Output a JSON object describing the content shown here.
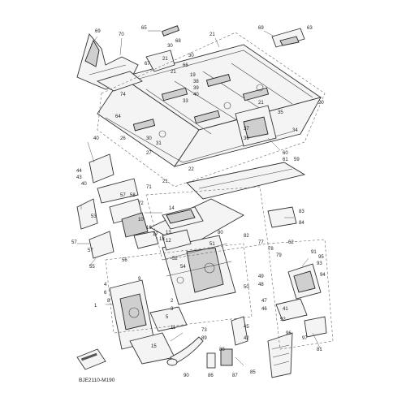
{
  "diagram": {
    "drawing_code": "BJE2110-M190",
    "callouts": [
      {
        "id": "c1",
        "text": "69"
      },
      {
        "id": "c2",
        "text": "70"
      },
      {
        "id": "c3",
        "text": "67"
      },
      {
        "id": "c4",
        "text": "74"
      },
      {
        "id": "c5",
        "text": "65"
      },
      {
        "id": "c6",
        "text": "69"
      },
      {
        "id": "c7",
        "text": "21"
      },
      {
        "id": "c8",
        "text": "30"
      },
      {
        "id": "c9",
        "text": "68"
      },
      {
        "id": "c10",
        "text": "63"
      },
      {
        "id": "c11",
        "text": "21"
      },
      {
        "id": "c12",
        "text": "66"
      },
      {
        "id": "c13",
        "text": "30"
      },
      {
        "id": "c14",
        "text": "21"
      },
      {
        "id": "c15",
        "text": "19"
      },
      {
        "id": "c16",
        "text": "38"
      },
      {
        "id": "c17",
        "text": "39"
      },
      {
        "id": "c18",
        "text": "40"
      },
      {
        "id": "c19",
        "text": "33"
      },
      {
        "id": "c20",
        "text": "21"
      },
      {
        "id": "c21",
        "text": "35"
      },
      {
        "id": "c22",
        "text": "34"
      },
      {
        "id": "c23",
        "text": "37"
      },
      {
        "id": "c24",
        "text": "36"
      },
      {
        "id": "c25",
        "text": "20"
      },
      {
        "id": "c26",
        "text": "30"
      },
      {
        "id": "c27",
        "text": "64"
      },
      {
        "id": "c28",
        "text": "26"
      },
      {
        "id": "c29",
        "text": "27"
      },
      {
        "id": "c30",
        "text": "31"
      },
      {
        "id": "c31",
        "text": "40"
      },
      {
        "id": "c32",
        "text": "60"
      },
      {
        "id": "c33",
        "text": "61"
      },
      {
        "id": "c34",
        "text": "59"
      },
      {
        "id": "c35",
        "text": "44"
      },
      {
        "id": "c36",
        "text": "43"
      },
      {
        "id": "c37",
        "text": "40"
      },
      {
        "id": "c38",
        "text": "22"
      },
      {
        "id": "c39",
        "text": "21"
      },
      {
        "id": "c40",
        "text": "71"
      },
      {
        "id": "c41",
        "text": "57"
      },
      {
        "id": "c42",
        "text": "58"
      },
      {
        "id": "c43",
        "text": "72"
      },
      {
        "id": "c44",
        "text": "14"
      },
      {
        "id": "c45",
        "text": "16"
      },
      {
        "id": "c46",
        "text": "17"
      },
      {
        "id": "c47",
        "text": "18"
      },
      {
        "id": "c48",
        "text": "57"
      },
      {
        "id": "c49",
        "text": "53"
      },
      {
        "id": "c50",
        "text": "83"
      },
      {
        "id": "c51",
        "text": "84"
      },
      {
        "id": "c52",
        "text": "80"
      },
      {
        "id": "c53",
        "text": "51"
      },
      {
        "id": "c54",
        "text": "10"
      },
      {
        "id": "c55",
        "text": "13"
      },
      {
        "id": "c56",
        "text": "12"
      },
      {
        "id": "c57",
        "text": "57"
      },
      {
        "id": "c58",
        "text": "55"
      },
      {
        "id": "c59",
        "text": "56"
      },
      {
        "id": "c60",
        "text": "52"
      },
      {
        "id": "c61",
        "text": "54"
      },
      {
        "id": "c62",
        "text": "9"
      },
      {
        "id": "c63",
        "text": "4"
      },
      {
        "id": "c64",
        "text": "6"
      },
      {
        "id": "c65",
        "text": "8"
      },
      {
        "id": "c66",
        "text": "1"
      },
      {
        "id": "c67",
        "text": "2"
      },
      {
        "id": "c68",
        "text": "3"
      },
      {
        "id": "c69",
        "text": "5"
      },
      {
        "id": "c70",
        "text": "11"
      },
      {
        "id": "c71",
        "text": "15"
      },
      {
        "id": "c72",
        "text": "73"
      },
      {
        "id": "c73",
        "text": "89"
      },
      {
        "id": "c74",
        "text": "90"
      },
      {
        "id": "c75",
        "text": "86"
      },
      {
        "id": "c76",
        "text": "88"
      },
      {
        "id": "c77",
        "text": "87"
      },
      {
        "id": "c78",
        "text": "85"
      },
      {
        "id": "c79",
        "text": "50"
      },
      {
        "id": "c80",
        "text": "49"
      },
      {
        "id": "c81",
        "text": "48"
      },
      {
        "id": "c82",
        "text": "47"
      },
      {
        "id": "c83",
        "text": "46"
      },
      {
        "id": "c84",
        "text": "45"
      },
      {
        "id": "c85",
        "text": "42"
      },
      {
        "id": "c86",
        "text": "41"
      },
      {
        "id": "c87",
        "text": "92"
      },
      {
        "id": "c88",
        "text": "91"
      },
      {
        "id": "c89",
        "text": "93"
      },
      {
        "id": "c90",
        "text": "94"
      },
      {
        "id": "c91",
        "text": "95"
      },
      {
        "id": "c92",
        "text": "96"
      },
      {
        "id": "c93",
        "text": "97"
      },
      {
        "id": "c94",
        "text": "81"
      },
      {
        "id": "c95",
        "text": "82"
      },
      {
        "id": "c96",
        "text": "77"
      },
      {
        "id": "c97",
        "text": "78"
      },
      {
        "id": "c98",
        "text": "79"
      },
      {
        "id": "c99",
        "text": "62"
      }
    ]
  }
}
